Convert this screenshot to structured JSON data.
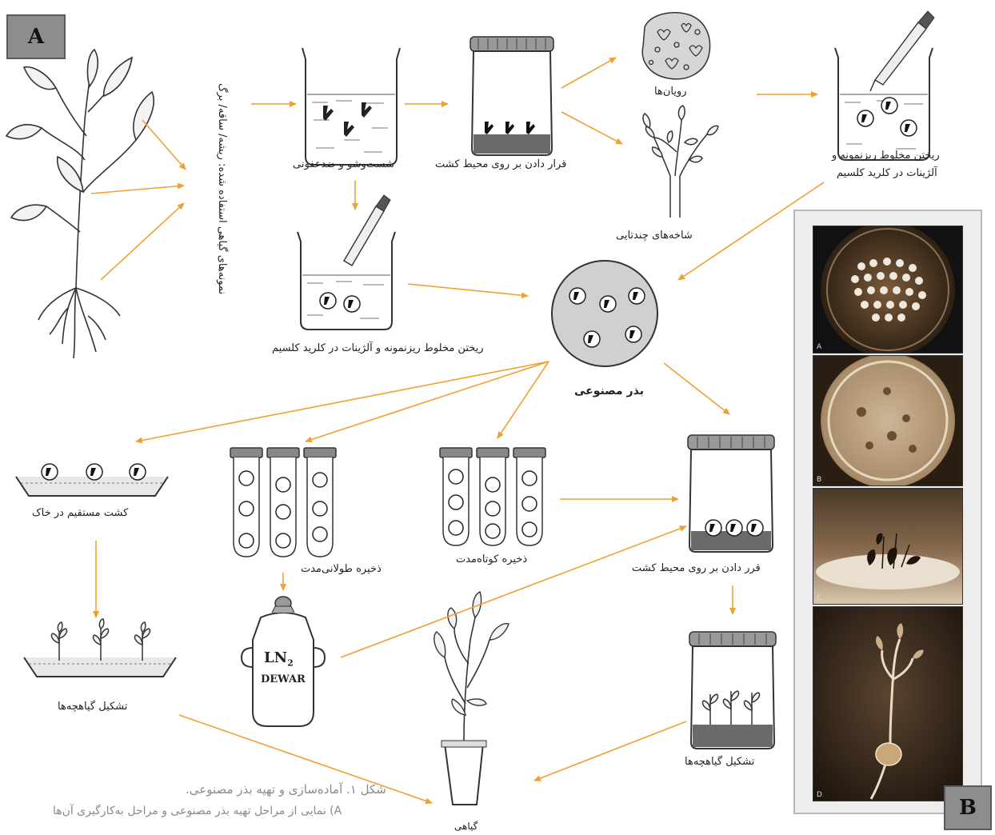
{
  "panel_a": {
    "badge": "A"
  },
  "panel_b": {
    "badge": "B",
    "photo_letters": [
      "A",
      "B",
      "C",
      "D"
    ]
  },
  "labels": {
    "vertical_note": "نمونه‌های گیاهی استفاده شده: ریشه/ ساقه/ برگ",
    "wash": "شست‌وشو و ضدعفونی",
    "place_medium": "قرار دادن بر روی محیط کشت",
    "embryos": "رویان‌ها",
    "shoots": "شاخه‌های چندتایی",
    "mix_right_1": "ریختن مخلوط ریزنمونه و",
    "mix_right_2": "آلژینات در کلرید کلسیم",
    "mix_center": "ریختن مخلوط ریزنمونه و آلژینات در کلرید کلسیم",
    "artificial_seed": "بذر مصنوعی",
    "direct_soil": "کشت مستقیم در خاک",
    "long_storage": "ذخیره طولانی‌مدت",
    "short_storage": "ذخیره کوتاه‌مدت",
    "place_medium_2": "قرر دادن بر روی محیط کشت",
    "plantlets_left": "تشکیل گیاهچه‌ها",
    "plantlets_right": "تشکیل گیاهچه‌ها",
    "plant": "گیاهی",
    "dewar_ln": "LN",
    "dewar_sub": "2",
    "dewar_word": "DEWAR"
  },
  "caption": {
    "line1": "شکل ۱. آماده‌سازی و تهیه بذر مصنوعی.",
    "line2": "A) نمایی از مراحل تهیه بذر مصنوعی و مراحل به‌کارگیری آن‌ها"
  },
  "colors": {
    "arrow": "#f0a030",
    "badge_bg": "#8d8d8d",
    "caption": "#8a8a8a"
  }
}
